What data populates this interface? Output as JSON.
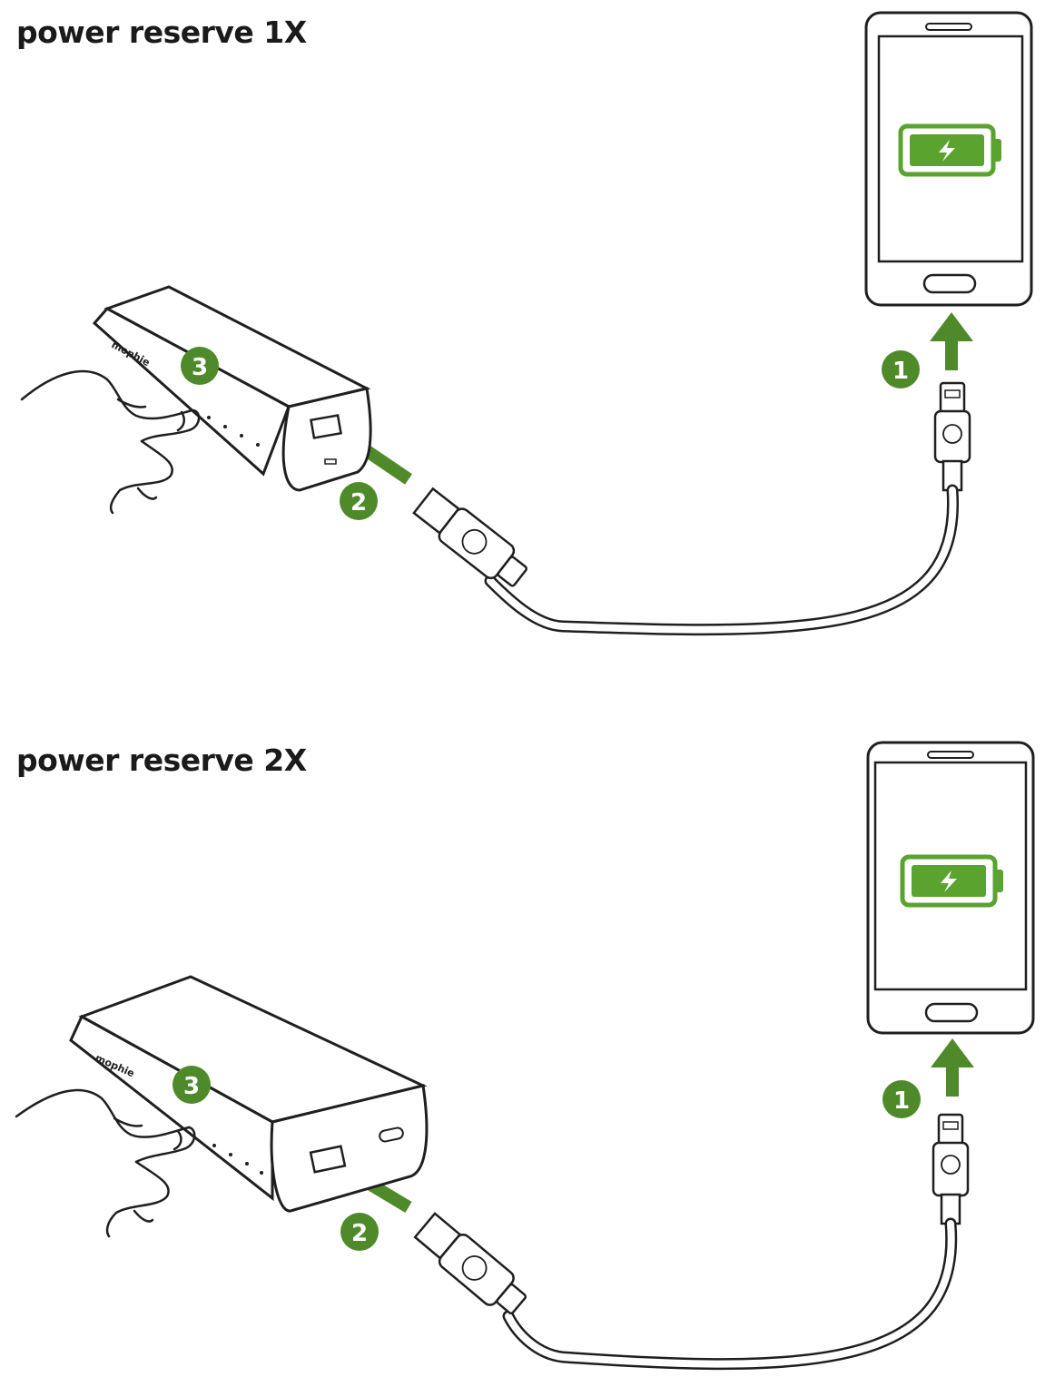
{
  "colors": {
    "accent_green": "#4f8a2a",
    "outline": "#1f1f1f",
    "battery_fill": "#5aa32f"
  },
  "panels": [
    {
      "title": "power reserve 1X",
      "steps": [
        "1",
        "2",
        "3"
      ],
      "brand": "mophie",
      "icons": [
        "phone-icon",
        "battery-charging-icon",
        "power-bank-icon",
        "usb-cable-icon",
        "hand-icon",
        "arrow-icon"
      ]
    },
    {
      "title": "power reserve 2X",
      "steps": [
        "1",
        "2",
        "3"
      ],
      "brand": "mophie",
      "icons": [
        "phone-icon",
        "battery-charging-icon",
        "power-bank-icon",
        "usb-cable-icon",
        "hand-icon",
        "arrow-icon"
      ]
    }
  ]
}
